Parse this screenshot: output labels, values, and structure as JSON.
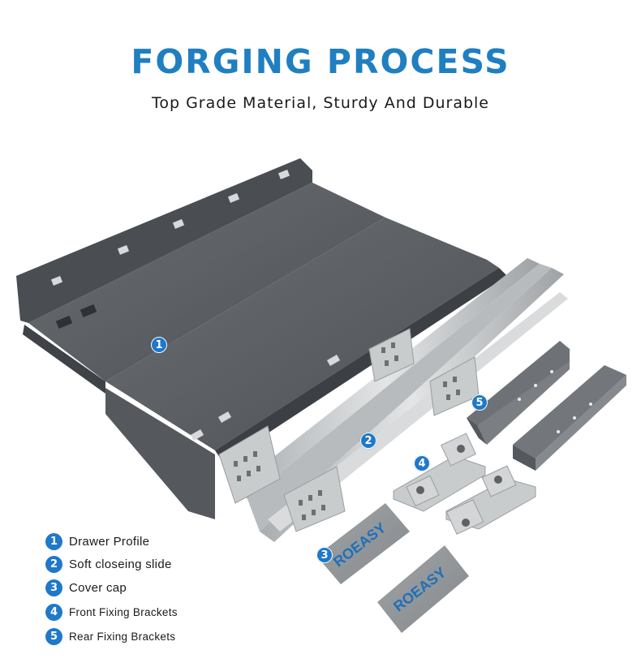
{
  "header": {
    "title": "FORGING PROCESS",
    "subtitle": "Top Grade Material, Sturdy And Durable"
  },
  "markers": [
    {
      "number": "1"
    },
    {
      "number": "2"
    },
    {
      "number": "3"
    },
    {
      "number": "4"
    },
    {
      "number": "5"
    }
  ],
  "cover_cap_brand": "ROEASY",
  "legend": [
    {
      "number": "1",
      "label": "Drawer Profile"
    },
    {
      "number": "2",
      "label": "Soft closeing slide"
    },
    {
      "number": "3",
      "label": "Cover cap"
    },
    {
      "number": "4",
      "label": "Front Fixing Brackets"
    },
    {
      "number": "5",
      "label": "Rear Fixing Brackets"
    }
  ],
  "colors": {
    "accent": "#1f7fc0",
    "marker": "#1f78c8",
    "panel": "#5b5f63",
    "steel": "#c4c7c9"
  }
}
